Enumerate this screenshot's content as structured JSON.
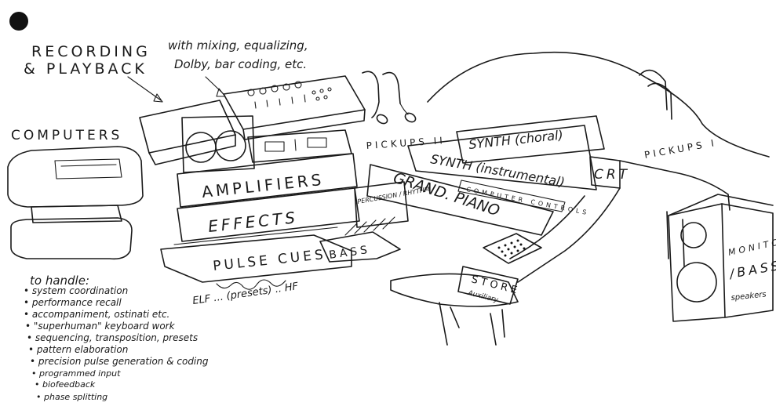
{
  "labels": {
    "recording": "RECORDING",
    "playback": "& PLAYBACK",
    "mixing": "with mixing, equalizing,",
    "dolby": "Dolby, bar coding, etc.",
    "computers": "COMPUTERS",
    "amplifiers": "AMPLIFIERS",
    "effects": "EFFECTS",
    "pulse_cues": "PULSE CUES",
    "bass": "BASS",
    "elf_hf": "ELF ... (presets) .. HF",
    "percussion": "PERCUSSION / RHYTHM",
    "pickups_ii": "PICKUPS II",
    "pickups_i": "PICKUPS I",
    "synth_choral": "SYNTH (choral)",
    "synth_instrumental": "SYNTH (instrumental)",
    "computer_controls": "COMPUTER CONTROLS",
    "grand_piano": "GRAND. PIANO",
    "crt": "CRT",
    "store": "STORE",
    "auxiliary": "Auxiliary",
    "monitor": "MONITOR",
    "monitor_bass": "/BASS",
    "speakers": "speakers"
  },
  "list": {
    "heading": "to handle:",
    "items": [
      "system coordination",
      "performance recall",
      "accompaniment, ostinati etc.",
      "\"superhuman\" keyboard work",
      "sequencing, transposition, presets",
      "pattern elaboration",
      "precision pulse generation & coding",
      "programmed input",
      "biofeedback",
      "phase splitting"
    ]
  },
  "colors": {
    "ink": "#1a1a1a",
    "paper": "#ffffff"
  }
}
